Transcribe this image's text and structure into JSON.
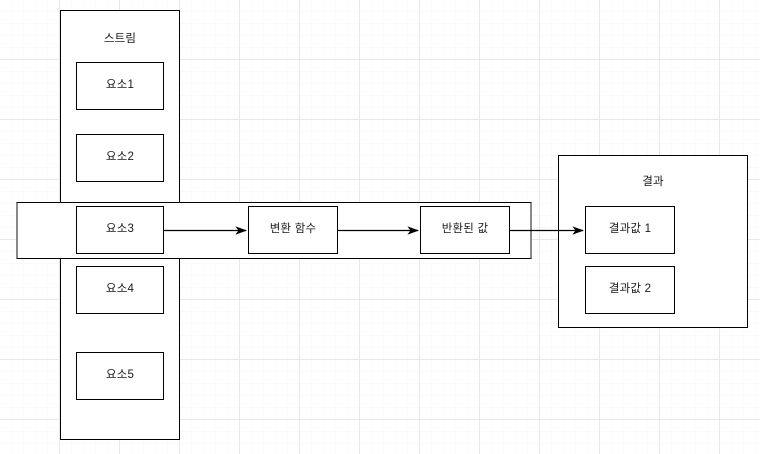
{
  "diagram": {
    "title": "stream-map-pipeline",
    "stream": {
      "label": "스트림",
      "elements": [
        {
          "label": "요소1"
        },
        {
          "label": "요소2"
        },
        {
          "label": "요소3"
        },
        {
          "label": "요소4"
        },
        {
          "label": "요소5"
        }
      ]
    },
    "pipeline": {
      "transform": {
        "label": "변환 함수"
      },
      "returned": {
        "label": "반환된 값"
      }
    },
    "result": {
      "label": "결과",
      "values": [
        {
          "label": "결과값 1"
        },
        {
          "label": "결과값 2"
        }
      ]
    },
    "arrows": [
      {
        "name": "element-to-transform",
        "from": "요소3",
        "to": "변환 함수"
      },
      {
        "name": "transform-to-returned",
        "from": "변환 함수",
        "to": "반환된 값"
      },
      {
        "name": "returned-to-result",
        "from": "반환된 값",
        "to": "결과값 1"
      }
    ],
    "colors": {
      "stroke": "#000000",
      "band_edge": "#8a8a8a",
      "text": "#1a1a1a",
      "grid_minor": "#fafafa",
      "grid_major": "#e8e8e8",
      "background": "#ffffff"
    }
  }
}
